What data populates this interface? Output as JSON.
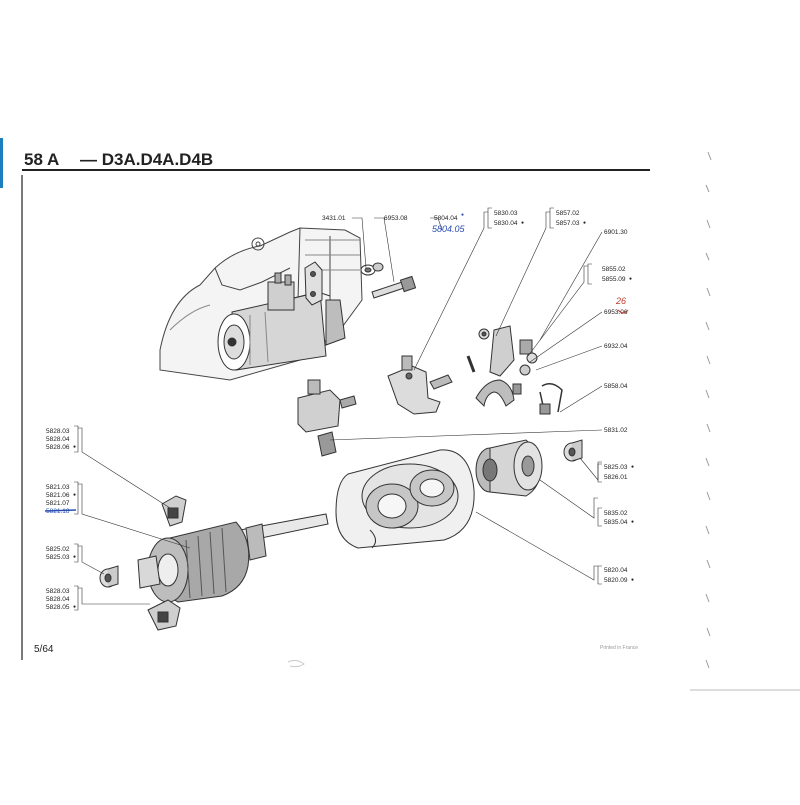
{
  "header": {
    "section": "58 A",
    "models": "— D3A.D4A.D4B"
  },
  "footer": {
    "page": "5/64",
    "printed": "Printed in France"
  },
  "annotations": {
    "handwritten_blue": "5804.05",
    "handwritten_red": "26"
  },
  "callouts": {
    "c3431": "3431.01",
    "c6953_08": "6953.08",
    "c5804": "5804.04",
    "c5830": [
      "5830.03",
      "5830.04"
    ],
    "c5857": [
      "5857.02",
      "5857.03"
    ],
    "c6901": "6901.30",
    "c5855": [
      "5855.02",
      "5855.09"
    ],
    "c6953_06": "6953.06",
    "c6932": "6932.04",
    "c5858": "5858.04",
    "c5831": "5831.02",
    "c5825r": [
      "5825.03",
      "5826.01"
    ],
    "c5835": [
      "5835.02",
      "5835.04"
    ],
    "c5820": [
      "5820.04",
      "5820.09"
    ],
    "c5828a": [
      "5828.03",
      "5828.04",
      "5828.06"
    ],
    "c5821": [
      "5821.03",
      "5821.06",
      "5821.07",
      "5821.18"
    ],
    "c5825l": [
      "5825.02",
      "5825.03"
    ],
    "c5828b": [
      "5828.03",
      "5828.04",
      "5828.05"
    ]
  },
  "colors": {
    "ink": "#222222",
    "blue_pen": "#2a4fb0",
    "red_pen": "#c0392b",
    "binder_tab": "#1e7fbf"
  }
}
